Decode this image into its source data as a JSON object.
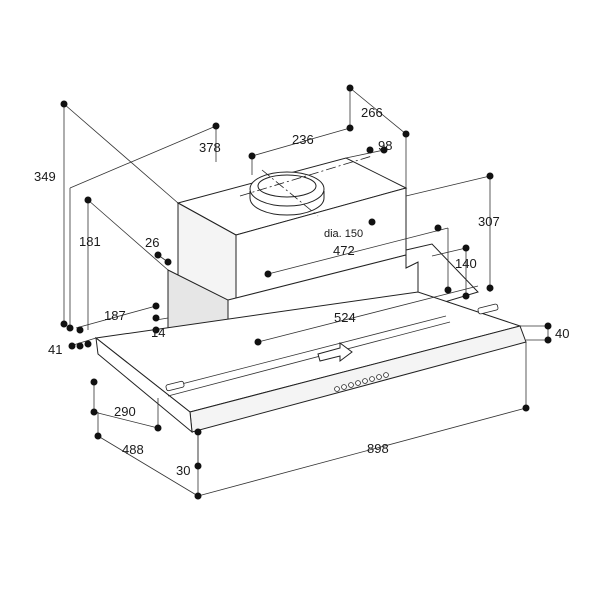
{
  "dimensions": {
    "d349": "349",
    "d378": "378",
    "d236": "236",
    "d266": "266",
    "d98": "98",
    "d181": "181",
    "d26": "26",
    "d472": "472",
    "d307": "307",
    "d140": "140",
    "d187": "187",
    "d14": "14",
    "d524": "524",
    "d40": "40",
    "d41": "41",
    "d290": "290",
    "d488": "488",
    "d30": "30",
    "d898": "898",
    "duct": "dia. 150"
  }
}
